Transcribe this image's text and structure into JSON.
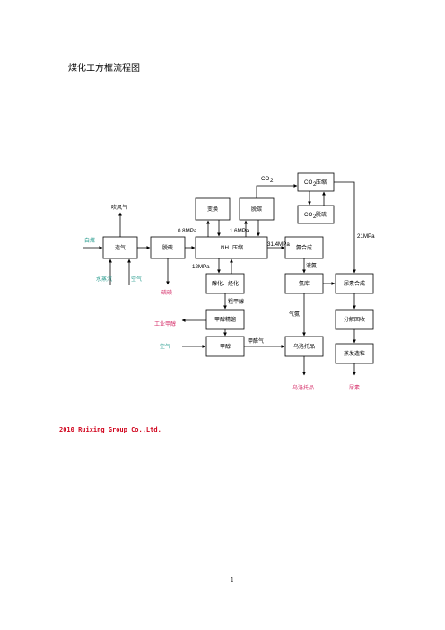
{
  "title": "煤化工方框流程图",
  "boxes": {
    "gasification": "造气",
    "desulfurization": "脱硫",
    "shift": "变换",
    "decarbonization": "脱碳",
    "compression_label": "压缩",
    "compression_prefix": "NH",
    "ammonia_synthesis": "氨合成",
    "methanol_alkylation": "醇化、烃化",
    "methanol_refining": "甲醇精馏",
    "methanol": "甲醇",
    "co2_compression": "压缩",
    "co2_stripping": "脱硫",
    "ammonia_library": "氨库",
    "urea_synthesis": "尿素合成",
    "decomposition_recovery": "分解回收",
    "evaporation_granulation": "蒸发造粒",
    "ammonium_bicarbonate": "乌洛托品"
  },
  "labels": {
    "blow_gas": "吹风气",
    "coal": "白煤",
    "steam": "水蒸汽",
    "air1": "空气",
    "sulfur": "硫磺",
    "co2_top": "CO",
    "co2_box_prefix": "CO",
    "co2_box2_prefix": "CO",
    "p08": "0.8MPa",
    "p16": "1.6MPa",
    "p314": "31.4MPa",
    "p12": "12MPa",
    "p21": "21MPa",
    "liquid_ammonia": "液氨",
    "crude_methanol": "粗甲醇",
    "industrial_methanol": "工业甲醇",
    "air2": "空气",
    "methanol_gas": "甲醛气",
    "gas_ammonia": "气氨",
    "product_bicarb": "乌洛托品",
    "product_urea": "尿素"
  },
  "footer": "2010 Ruixing Group Co.,Ltd.",
  "page_number": "1",
  "colors": {
    "input": "#2a9d8f",
    "product": "#d6336c",
    "footer": "#d0021b"
  }
}
